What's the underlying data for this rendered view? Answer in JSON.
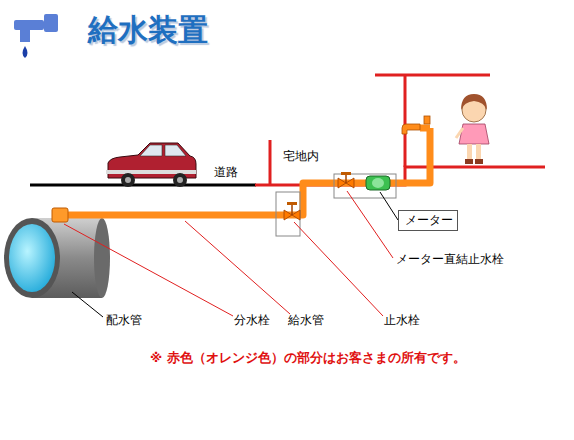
{
  "diagram": {
    "title": "給水装置",
    "caption": "※ 赤色（オレンジ色）の部分はお客さまの所有です。",
    "nodes": [
      {
        "text": [
          "メーター"
        ]
      }
    ],
    "labels": [
      "道路",
      "宅地内",
      "メーター直結止水栓",
      "配水管",
      "分水栓",
      "給水管",
      "止水栓"
    ]
  }
}
